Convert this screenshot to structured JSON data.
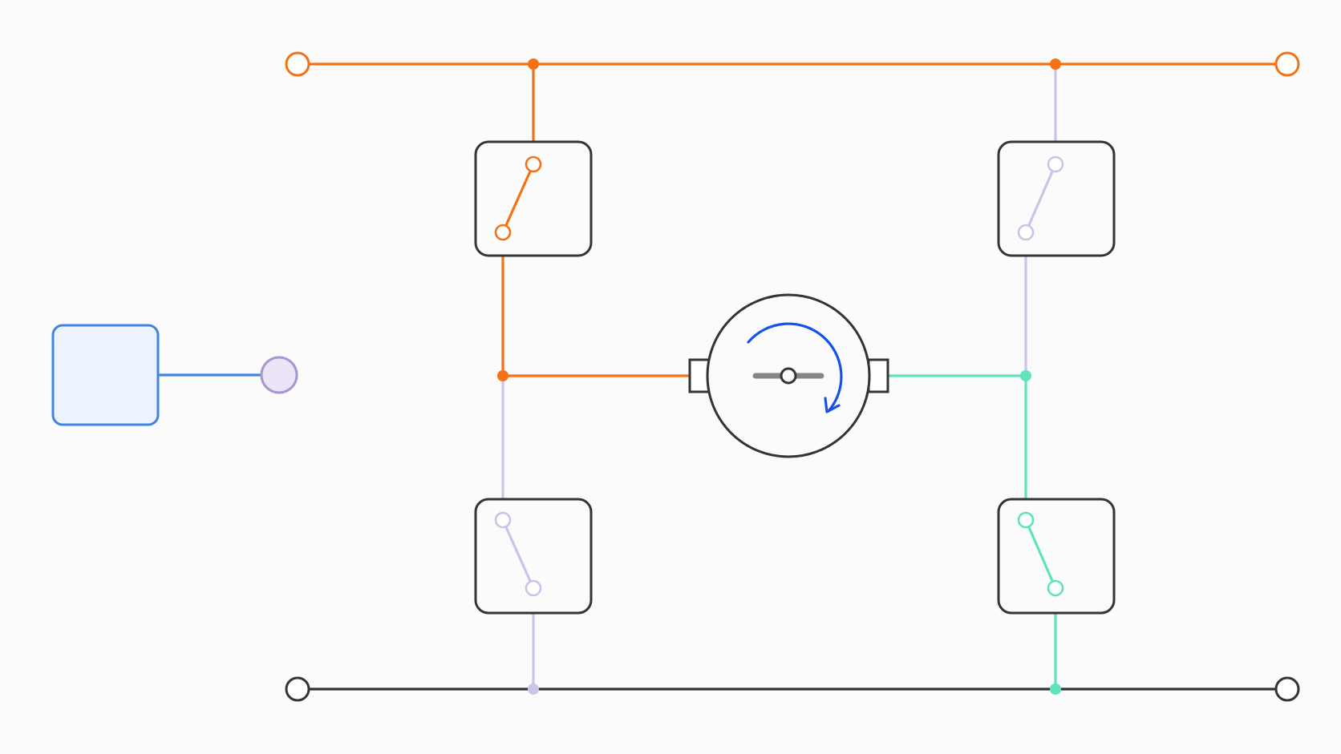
{
  "colors": {
    "background": "#fbfbfc",
    "energized": "#f47216",
    "inactive": "#cbc3e8",
    "return": "#5fe3bd",
    "ground": "#333338",
    "controller_fill": "#ecf2fe",
    "controller_stroke": "#3f86df",
    "control_node_fill": "#ebe4f6",
    "control_node_stroke": "#a796d0",
    "rotation_arrow": "#1652e6",
    "motor_stroke": "#333338",
    "shaft": "#85858a"
  },
  "icons": {
    "controller": "controller-box-icon",
    "control_node": "control-node-icon",
    "switch": "switch-icon",
    "motor": "motor-icon",
    "rotation": "rotation-arrow-icon",
    "terminal": "open-terminal-icon",
    "junction": "junction-dot-icon"
  },
  "switches": [
    {
      "id": "switch-high-left",
      "state": "closed",
      "energized": true
    },
    {
      "id": "switch-high-right",
      "state": "open",
      "energized": false
    },
    {
      "id": "switch-low-left",
      "state": "open",
      "energized": false
    },
    {
      "id": "switch-low-right",
      "state": "closed",
      "energized": true
    }
  ],
  "motor": {
    "rotation": "clockwise"
  }
}
